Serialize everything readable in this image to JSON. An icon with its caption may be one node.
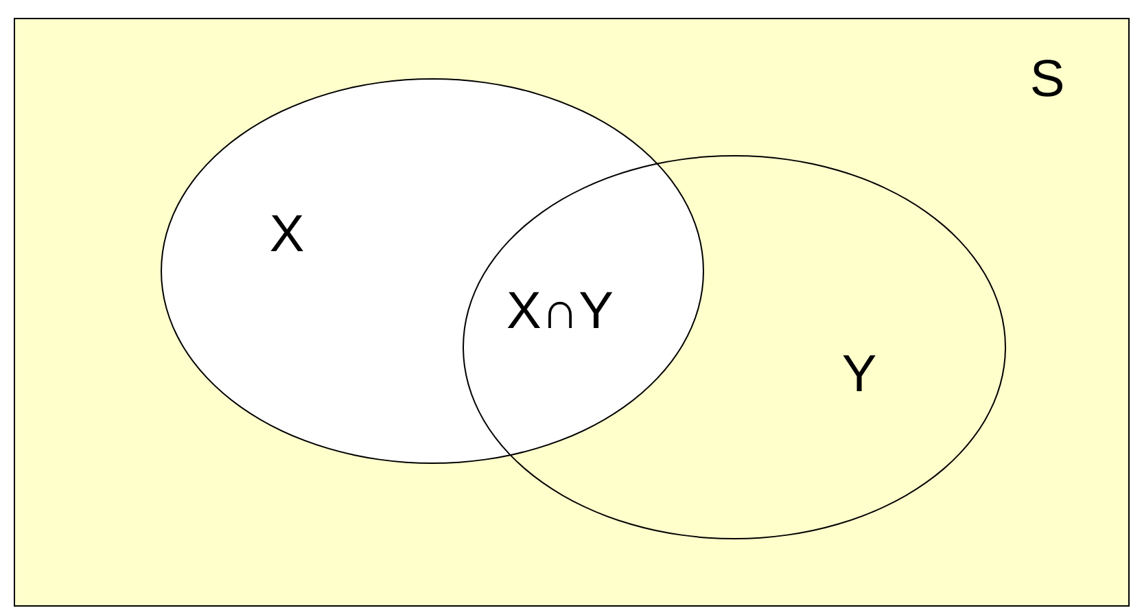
{
  "diagram": {
    "nodes": [
      {
        "text": [
          "S"
        ]
      },
      {
        "text": [
          "X"
        ],
        "in": 0
      },
      {
        "text": [
          "Y"
        ],
        "in": 0
      }
    ],
    "labels": [
      "X∩Y"
    ]
  }
}
